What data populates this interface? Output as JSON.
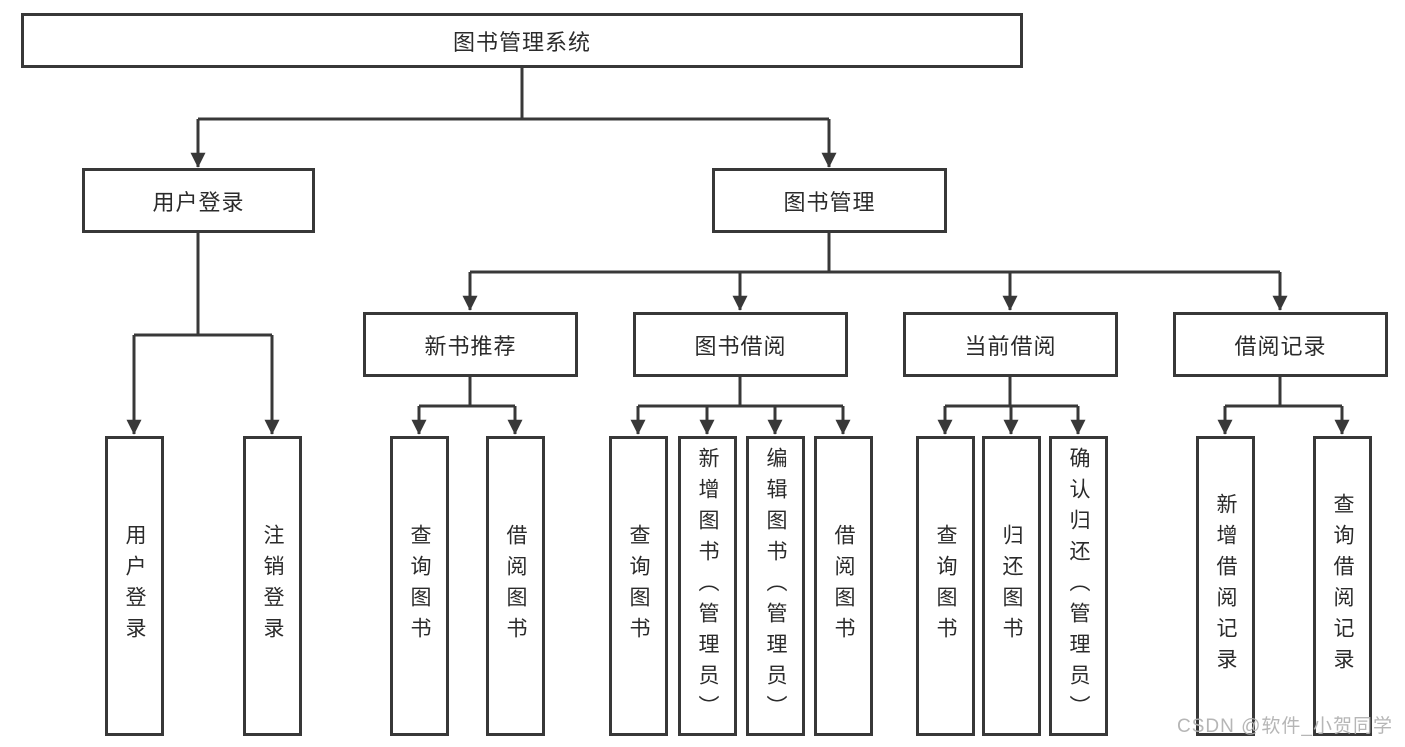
{
  "diagram": {
    "root": {
      "label": "图书管理系统"
    },
    "level2": [
      {
        "label": "用户登录"
      },
      {
        "label": "图书管理"
      }
    ],
    "level3": [
      {
        "label": "新书推荐"
      },
      {
        "label": "图书借阅"
      },
      {
        "label": "当前借阅"
      },
      {
        "label": "借阅记录"
      }
    ],
    "leaves": [
      {
        "label": "用户登录",
        "parent": "用户登录"
      },
      {
        "label": "注销登录",
        "parent": "用户登录"
      },
      {
        "label": "查询图书",
        "parent": "新书推荐"
      },
      {
        "label": "借阅图书",
        "parent": "新书推荐"
      },
      {
        "label": "查询图书",
        "parent": "图书借阅"
      },
      {
        "label": "新增图书（管理员）",
        "parent": "图书借阅"
      },
      {
        "label": "编辑图书（管理员）",
        "parent": "图书借阅"
      },
      {
        "label": "借阅图书",
        "parent": "图书借阅"
      },
      {
        "label": "查询图书",
        "parent": "当前借阅"
      },
      {
        "label": "归还图书",
        "parent": "当前借阅"
      },
      {
        "label": "确认归还（管理员）",
        "parent": "当前借阅"
      },
      {
        "label": "新增借阅记录",
        "parent": "借阅记录"
      },
      {
        "label": "查询借阅记录",
        "parent": "借阅记录"
      }
    ],
    "hierarchy": {
      "图书管理系统": [
        "用户登录",
        "图书管理"
      ],
      "用户登录": [
        "用户登录",
        "注销登录"
      ],
      "图书管理": [
        "新书推荐",
        "图书借阅",
        "当前借阅",
        "借阅记录"
      ],
      "新书推荐": [
        "查询图书",
        "借阅图书"
      ],
      "图书借阅": [
        "查询图书",
        "新增图书（管理员）",
        "编辑图书（管理员）",
        "借阅图书"
      ],
      "当前借阅": [
        "查询图书",
        "归还图书",
        "确认归还（管理员）"
      ],
      "借阅记录": [
        "新增借阅记录",
        "查询借阅记录"
      ]
    }
  },
  "watermark": {
    "text": "CSDN @软件_小贺同学"
  },
  "colors": {
    "line": "#383838",
    "box_border": "#383838",
    "text": "#2b2b2b",
    "background": "#ffffff",
    "watermark": "#b2b2b2"
  }
}
